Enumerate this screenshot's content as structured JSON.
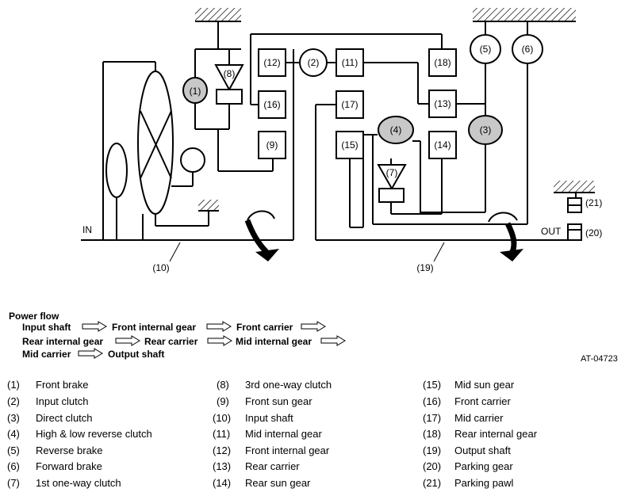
{
  "diagram": {
    "nodes": {
      "n1": "(1)",
      "n2": "(2)",
      "n3": "(3)",
      "n4": "(4)",
      "n5": "(5)",
      "n6": "(6)",
      "n7": "(7)",
      "n8": "(8)",
      "n9": "(9)",
      "n11": "(11)",
      "n12": "(12)",
      "n13": "(13)",
      "n14": "(14)",
      "n15": "(15)",
      "n16": "(16)",
      "n17": "(17)",
      "n18": "(18)"
    },
    "labels": {
      "in": "IN",
      "out": "OUT",
      "shaft10": "(10)",
      "shaft19": "(19)",
      "part20": "(20)",
      "part21": "(21)"
    }
  },
  "power_flow": {
    "title": "Power flow",
    "rows": [
      [
        "Input shaft",
        "Front internal gear",
        "Front carrier",
        ""
      ],
      [
        "Rear internal gear",
        "Rear carrier",
        "Mid internal gear",
        ""
      ],
      [
        "Mid carrier",
        "Output shaft"
      ]
    ]
  },
  "figure_id": "AT-04723",
  "legend": [
    {
      "num": "(1)",
      "name": "Front brake"
    },
    {
      "num": "(2)",
      "name": "Input clutch"
    },
    {
      "num": "(3)",
      "name": "Direct clutch"
    },
    {
      "num": "(4)",
      "name": "High & low reverse clutch"
    },
    {
      "num": "(5)",
      "name": "Reverse brake"
    },
    {
      "num": "(6)",
      "name": "Forward brake"
    },
    {
      "num": "(7)",
      "name": "1st one-way clutch"
    },
    {
      "num": "(8)",
      "name": "3rd one-way clutch"
    },
    {
      "num": "(9)",
      "name": "Front sun gear"
    },
    {
      "num": "(10)",
      "name": "Input shaft"
    },
    {
      "num": "(11)",
      "name": "Mid internal gear"
    },
    {
      "num": "(12)",
      "name": "Front internal gear"
    },
    {
      "num": "(13)",
      "name": "Rear carrier"
    },
    {
      "num": "(14)",
      "name": "Rear sun gear"
    },
    {
      "num": "(15)",
      "name": "Mid sun gear"
    },
    {
      "num": "(16)",
      "name": "Front carrier"
    },
    {
      "num": "(17)",
      "name": "Mid carrier"
    },
    {
      "num": "(18)",
      "name": "Rear internal gear"
    },
    {
      "num": "(19)",
      "name": "Output shaft"
    },
    {
      "num": "(20)",
      "name": "Parking gear"
    },
    {
      "num": "(21)",
      "name": "Parking pawl"
    }
  ],
  "colors": {
    "clutch_fill": "#c8c8c8",
    "line": "#000000"
  }
}
